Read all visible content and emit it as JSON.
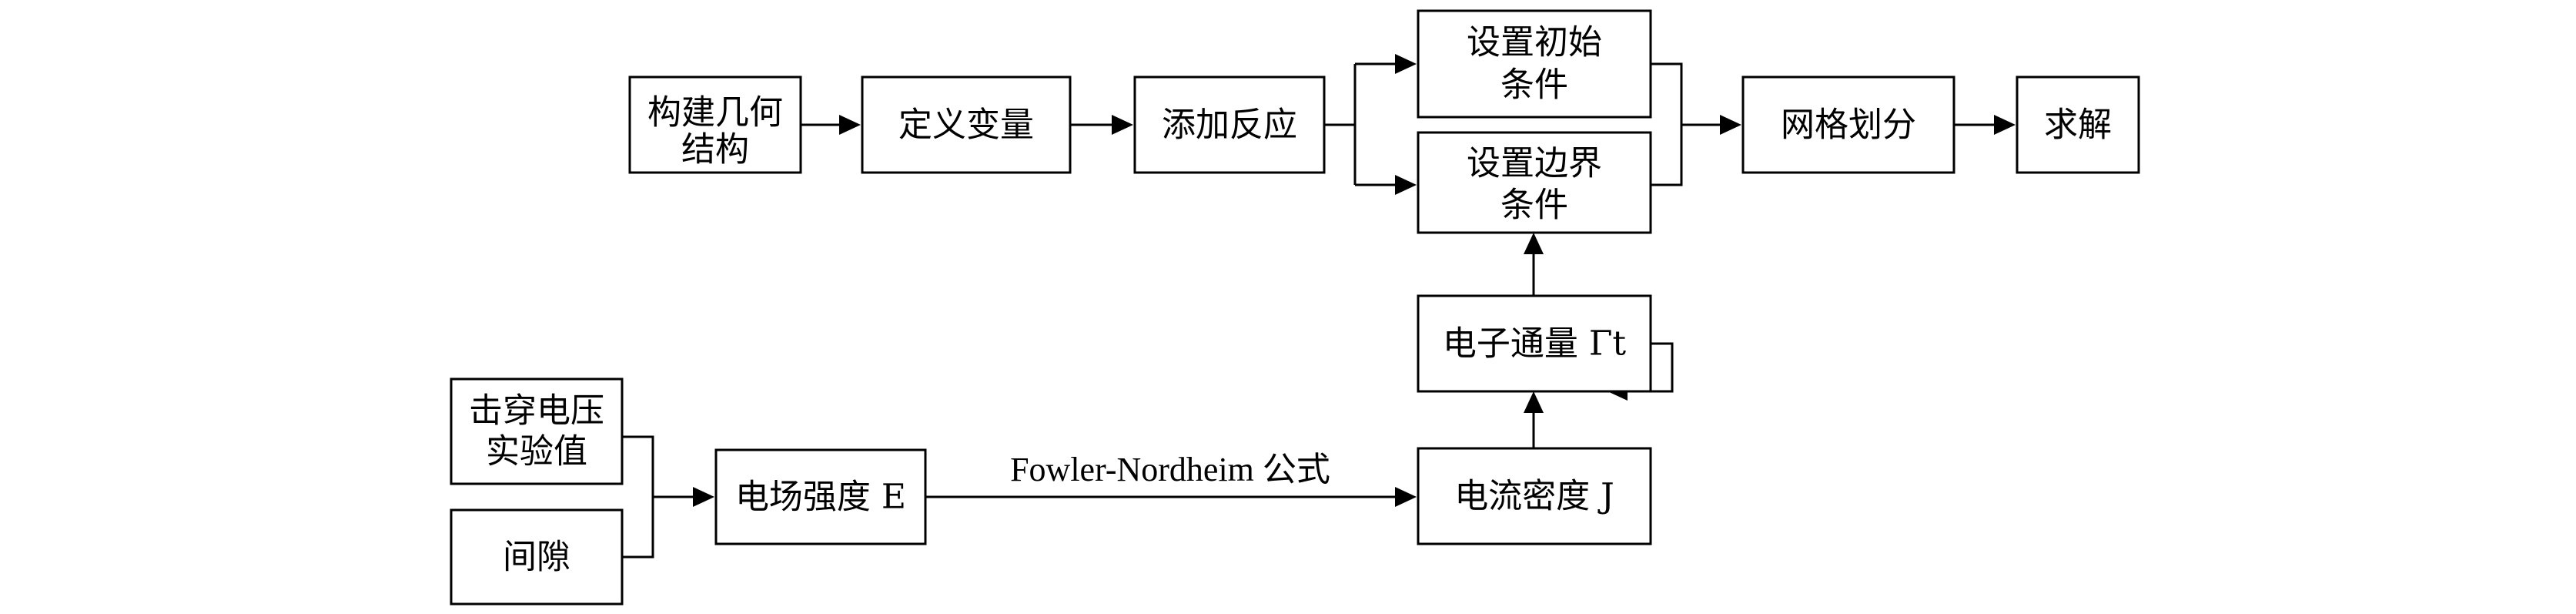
{
  "diagram": {
    "nodes": [
      {
        "id": "build-geometry",
        "lines": [
          "构建几何",
          "结构"
        ]
      },
      {
        "id": "define-variables",
        "lines": [
          "定义变量"
        ]
      },
      {
        "id": "add-reaction",
        "lines": [
          "添加反应"
        ]
      },
      {
        "id": "initial-conditions",
        "lines": [
          "设置初始",
          "条件"
        ]
      },
      {
        "id": "boundary-conditions",
        "lines": [
          "设置边界",
          "条件"
        ]
      },
      {
        "id": "meshing",
        "lines": [
          "网格划分"
        ]
      },
      {
        "id": "solve",
        "lines": [
          "求解"
        ]
      },
      {
        "id": "breakdown-voltage",
        "lines": [
          "击穿电压",
          "实验值"
        ]
      },
      {
        "id": "gap",
        "lines": [
          "间隙"
        ]
      },
      {
        "id": "field-strength",
        "lines": [
          "电场强度 E"
        ]
      },
      {
        "id": "current-density",
        "lines": [
          "电流密度 J"
        ]
      },
      {
        "id": "electron-flux",
        "lines": [
          "电子通量 Γt"
        ]
      }
    ],
    "edges": [
      {
        "from": "build-geometry",
        "to": "define-variables"
      },
      {
        "from": "define-variables",
        "to": "add-reaction"
      },
      {
        "from": "add-reaction",
        "to": "initial-conditions"
      },
      {
        "from": "add-reaction",
        "to": "boundary-conditions"
      },
      {
        "from": "initial-conditions",
        "to": "meshing"
      },
      {
        "from": "boundary-conditions",
        "to": "meshing"
      },
      {
        "from": "meshing",
        "to": "solve"
      },
      {
        "from": "breakdown-voltage",
        "to": "field-strength"
      },
      {
        "from": "gap",
        "to": "field-strength"
      },
      {
        "from": "field-strength",
        "to": "current-density",
        "label": "Fowler-Nordheim 公式"
      },
      {
        "from": "current-density",
        "to": "electron-flux"
      },
      {
        "from": "electron-flux",
        "to": "boundary-conditions"
      },
      {
        "from": "electron-flux",
        "to": "electron-flux",
        "kind": "self-loop"
      }
    ]
  }
}
